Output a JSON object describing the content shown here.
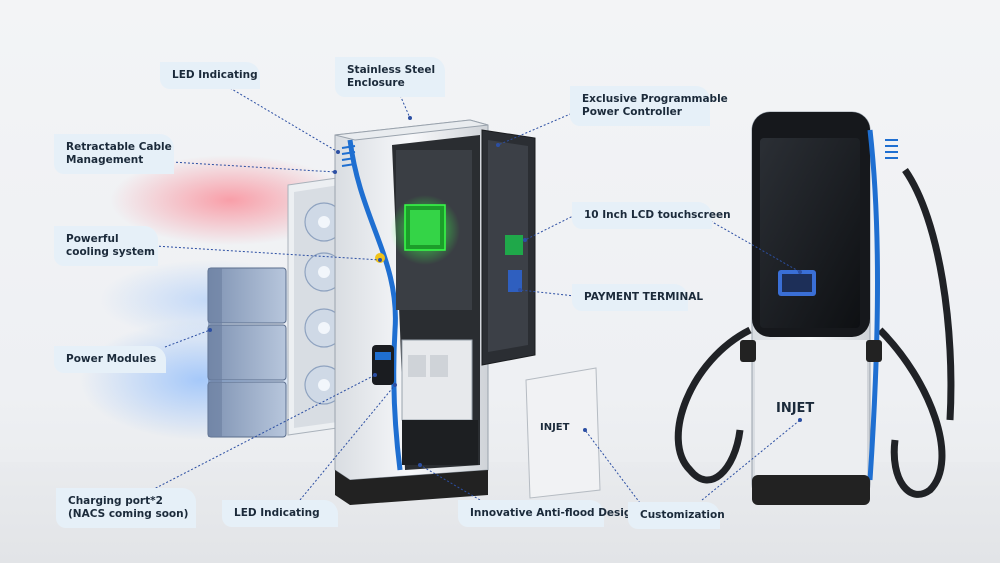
{
  "labels": {
    "led_top": "LED Indicating",
    "enclosure_l1": "Stainless Steel",
    "enclosure_l2": "Enclosure",
    "controller_l1": "Exclusive Programmable",
    "controller_l2": "Power Controller",
    "cable_l1": "Retractable Cable",
    "cable_l2": "Management",
    "cooling_l1": "Powerful",
    "cooling_l2": "cooling system",
    "lcd": "10 Inch LCD touchscreen",
    "payment": "PAYMENT TERMINAL",
    "modules": "Power Modules",
    "charging_l1": "Charging port*2",
    "charging_l2": "(NACS coming soon)",
    "led_bottom": "LED Indicating",
    "antiflood": "Innovative Anti-flood Design",
    "custom": "Customization"
  },
  "brand": {
    "logo_text": "INJET",
    "accent": "#1f6fd1",
    "label_bg": "#e6f0f8",
    "leader_color": "#2c4fa3",
    "glow_green": "#39ff4a"
  }
}
